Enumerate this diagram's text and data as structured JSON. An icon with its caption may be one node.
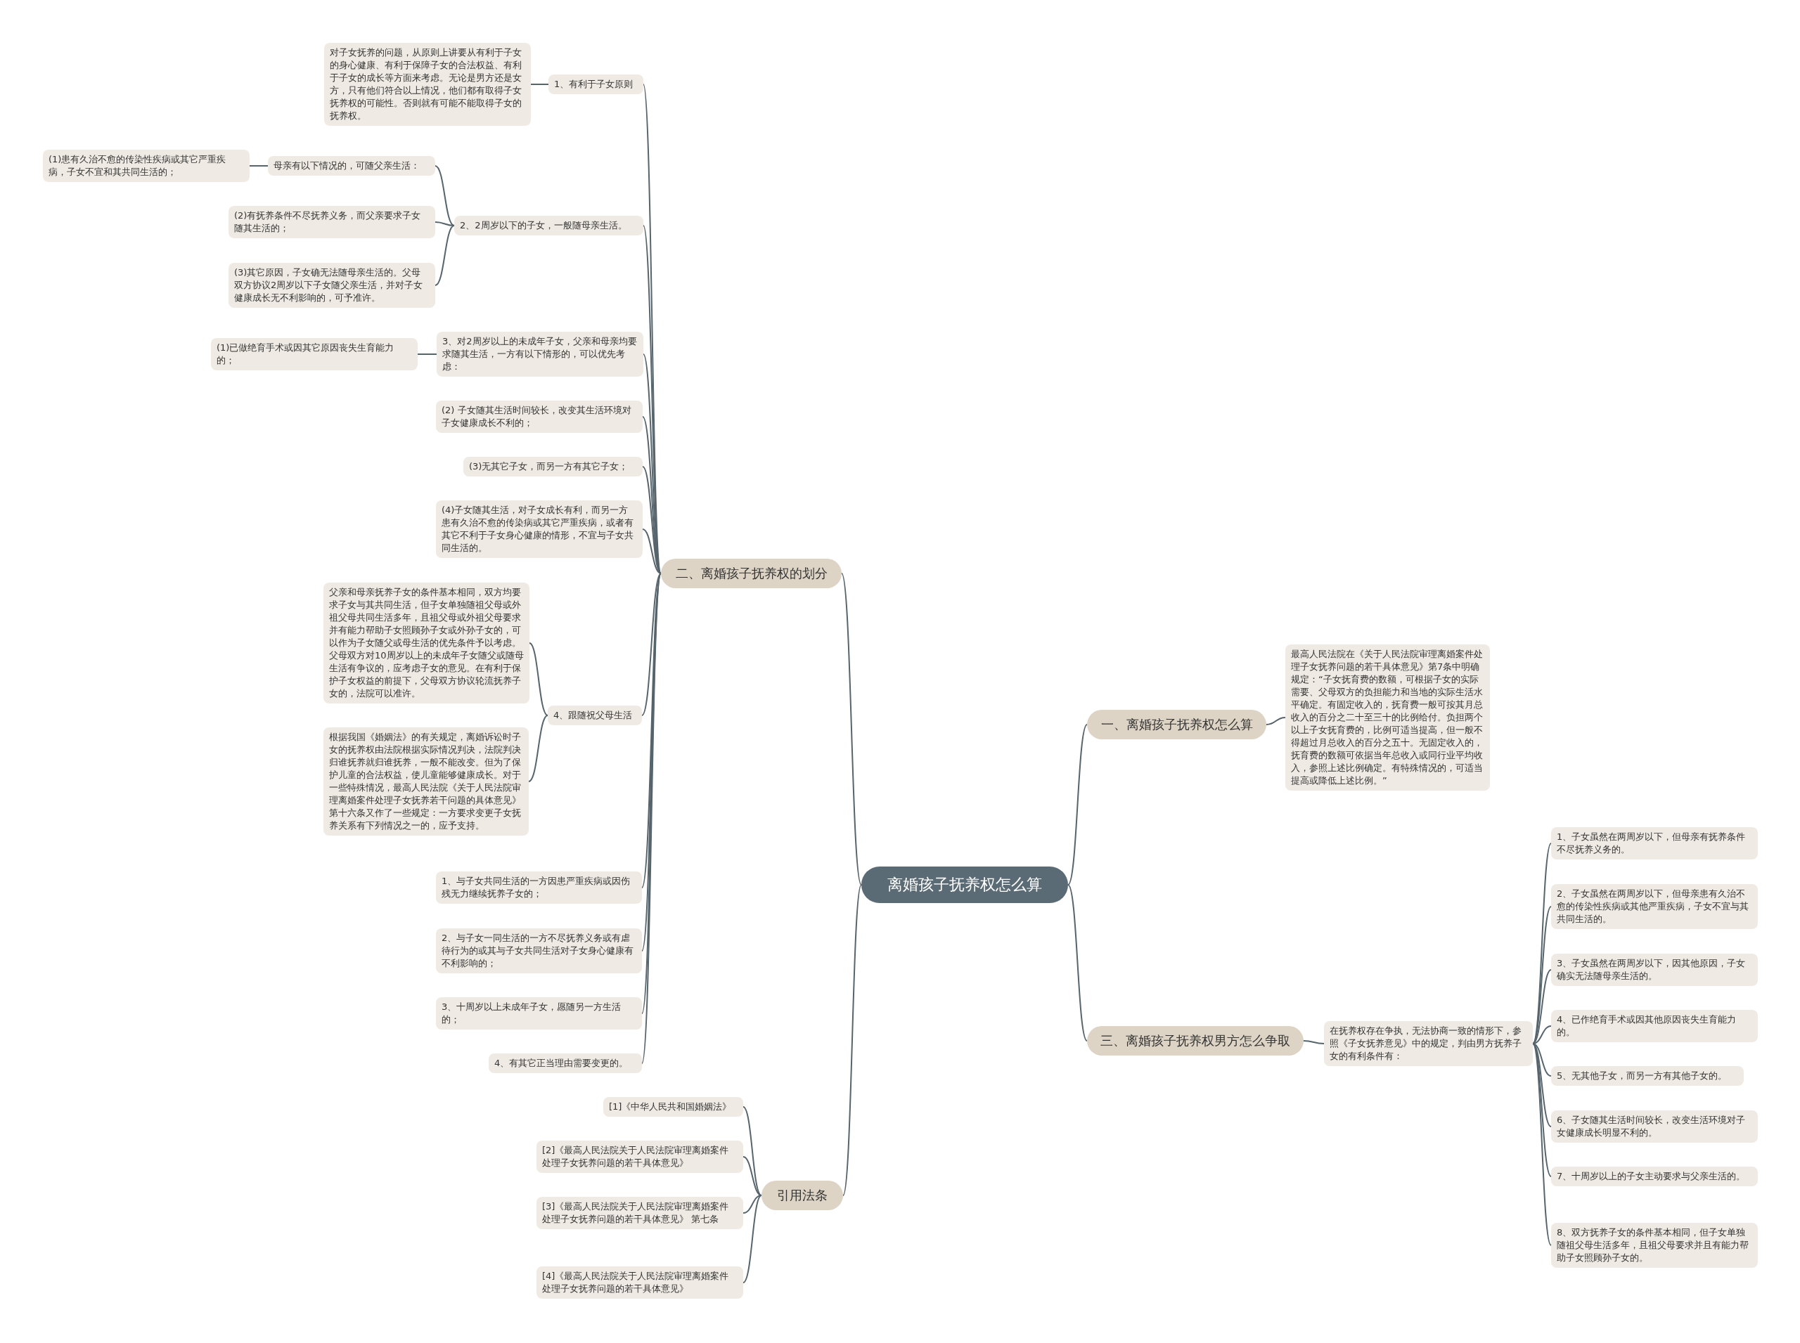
{
  "diagram": {
    "nodes": [
      {
        "text": [
          "离婚孩子抚养权怎么算"
        ]
      },
      {
        "text": [
          "二、离婚孩子抚养权的划分"
        ]
      },
      {
        "text": [
          "1、有利于子女原则"
        ]
      },
      {
        "text": [
          "对子女抚养的问题，从原则上讲要从有利于子女的身心健康、有利于保障子女的合法权益、有利于子女的成长等方面来考虑。无论是男方还是女方，只有他们符合以上情况，他们都有取得子女抚养权的可能性。否则就有可能不能取得子女的抚养权。"
        ]
      },
      {
        "text": [
          "2、2周岁以下的子女，一般随母亲生活。"
        ]
      },
      {
        "text": [
          "母亲有以下情况的，可随父亲生活："
        ]
      },
      {
        "text": [
          "(1)患有久治不愈的传染性疾病或其它严重疾病，子女不宜和其共同生活的；"
        ]
      },
      {
        "text": [
          "(2)有抚养条件不尽抚养义务，而父亲要求子女随其生活的；"
        ]
      },
      {
        "text": [
          "(3)其它原因，子女确无法随母亲生活的。父母双方协议2周岁以下子女随父亲生活，并对子女健康成长无不利影响的，可予准许。"
        ]
      },
      {
        "text": [
          "3、对2周岁以上的未成年子女，父亲和母亲均要求随其生活，一方有以下情形的，可以优先考虑："
        ]
      },
      {
        "text": [
          "(1)已做绝育手术或因其它原因丧失生育能力的；"
        ]
      },
      {
        "text": [
          "(2) 子女随其生活时间较长，改变其生活环境对子女健康成长不利的；"
        ]
      },
      {
        "text": [
          "(3)无其它子女，而另一方有其它子女；"
        ]
      },
      {
        "text": [
          "(4)子女随其生活，对子女成长有利，而另一方患有久治不愈的传染病或其它严重疾病，或者有其它不利于子女身心健康的情形，不宜与子女共同生活的。"
        ]
      },
      {
        "text": [
          "4、跟随祝父母生活"
        ]
      },
      {
        "text": [
          "父亲和母亲抚养子女的条件基本相同，双方均要求子女与其共同生活，但子女单独随祖父母或外祖父母共同生活多年，且祖父母或外祖父母要求并有能力帮助子女照顾孙子女或外孙子女的，可以作为子女随父或母生活的优先条件予以考虑。父母双方对10周岁以上的未成年子女随父或随母生活有争议的，应考虑子女的意见。在有利于保护子女权益的前提下，父母双方协议轮流抚养子女的，法院可以准许。"
        ]
      },
      {
        "text": [
          "根据我国《婚姻法》的有关规定，离婚诉讼时子女的抚养权由法院根据实际情况判决，法院判决归谁抚养就归谁抚养，一般不能改变。但为了保护儿童的合法权益，使儿童能够健康成长。对于一些特殊情况，最高人民法院《关于人民法院审理离婚案件处理子女抚养若干问题的具体意见》第十六条又作了一些规定：一方要求变更子女抚养关系有下列情况之一的，应予支持。"
        ]
      },
      {
        "text": [
          "1、与子女共同生活的一方因患严重疾病或因伤残无力继续抚养子女的；"
        ]
      },
      {
        "text": [
          "2、与子女一同生活的一方不尽抚养义务或有虐待行为的或其与子女共同生活对子女身心健康有不利影响的；"
        ]
      },
      {
        "text": [
          "3、十周岁以上未成年子女，愿随另一方生活的；"
        ]
      },
      {
        "text": [
          "4、有其它正当理由需要变更的。"
        ]
      },
      {
        "text": [
          "引用法条"
        ]
      },
      {
        "text": [
          "[1]《中华人民共和国婚姻法》"
        ]
      },
      {
        "text": [
          "[2]《最高人民法院关于人民法院审理离婚案件处理子女抚养问题的若干具体意见》"
        ]
      },
      {
        "text": [
          "[3]《最高人民法院关于人民法院审理离婚案件处理子女抚养问题的若干具体意见》 第七条"
        ]
      },
      {
        "text": [
          "[4]《最高人民法院关于人民法院审理离婚案件处理子女抚养问题的若干具体意见》"
        ]
      },
      {
        "text": [
          "一、离婚孩子抚养权怎么算"
        ]
      },
      {
        "text": [
          "最高人民法院在《关于人民法院审理离婚案件处理子女抚养问题的若干具体意见》第7条中明确规定：“子女抚育费的数额，可根据子女的实际需要、父母双方的负担能力和当地的实际生活水平确定。有固定收入的，抚育费一般可按其月总收入的百分之二十至三十的比例给付。负担两个以上子女抚育费的，比例可适当提高，但一般不得超过月总收入的百分之五十。无固定收入的，抚育费的数额可依据当年总收入或同行业平均收入，参照上述比例确定。有特殊情况的，可适当提高或降低上述比例。”"
        ]
      },
      {
        "text": [
          "三、离婚孩子抚养权男方怎么争取"
        ]
      },
      {
        "text": [
          "在抚养权存在争执，无法协商一致的情形下，参照《子女抚养意见》中的规定，判由男方抚养子女的有利条件有："
        ]
      },
      {
        "text": [
          "1、子女虽然在两周岁以下，但母亲有抚养条件不尽抚养义务的。"
        ]
      },
      {
        "text": [
          "2、子女虽然在两周岁以下，但母亲患有久治不愈的传染性疾病或其他严重疾病，子女不宜与其共同生活的。"
        ]
      },
      {
        "text": [
          "3、子女虽然在两周岁以下，因其他原因，子女确实无法随母亲生活的。"
        ]
      },
      {
        "text": [
          "4、已作绝育手术或因其他原因丧失生育能力的。"
        ]
      },
      {
        "text": [
          "5、无其他子女，而另一方有其他子女的。"
        ]
      },
      {
        "text": [
          "6、子女随其生活时间较长，改变生活环境对子女健康成长明显不利的。"
        ]
      },
      {
        "text": [
          "7、十周岁以上的子女主动要求与父亲生活的。"
        ]
      },
      {
        "text": [
          "8、双方抚养子女的条件基本相同，但子女单独随祖父母生活多年，且祖父母要求并且有能力帮助子女照顾孙子女的。"
        ]
      }
    ],
    "edges": [
      {
        "from": 0,
        "to": 1,
        "arrow": "none"
      },
      {
        "from": 1,
        "to": 2,
        "arrow": "none"
      },
      {
        "from": 2,
        "to": 3,
        "arrow": "none"
      },
      {
        "from": 1,
        "to": 4,
        "arrow": "none"
      },
      {
        "from": 4,
        "to": 5,
        "arrow": "none"
      },
      {
        "from": 5,
        "to": 6,
        "arrow": "none"
      },
      {
        "from": 4,
        "to": 7,
        "arrow": "none"
      },
      {
        "from": 4,
        "to": 8,
        "arrow": "none"
      },
      {
        "from": 1,
        "to": 9,
        "arrow": "none"
      },
      {
        "from": 9,
        "to": 10,
        "arrow": "none"
      },
      {
        "from": 1,
        "to": 11,
        "arrow": "none"
      },
      {
        "from": 1,
        "to": 12,
        "arrow": "none"
      },
      {
        "from": 1,
        "to": 13,
        "arrow": "none"
      },
      {
        "from": 1,
        "to": 14,
        "arrow": "none"
      },
      {
        "from": 14,
        "to": 15,
        "arrow": "none"
      },
      {
        "from": 14,
        "to": 16,
        "arrow": "none"
      },
      {
        "from": 1,
        "to": 17,
        "arrow": "none"
      },
      {
        "from": 1,
        "to": 18,
        "arrow": "none"
      },
      {
        "from": 1,
        "to": 19,
        "arrow": "none"
      },
      {
        "from": 1,
        "to": 20,
        "arrow": "none"
      },
      {
        "from": 0,
        "to": 21,
        "arrow": "none"
      },
      {
        "from": 21,
        "to": 22,
        "arrow": "none"
      },
      {
        "from": 21,
        "to": 23,
        "arrow": "none"
      },
      {
        "from": 21,
        "to": 24,
        "arrow": "none"
      },
      {
        "from": 21,
        "to": 25,
        "arrow": "none"
      },
      {
        "from": 0,
        "to": 26,
        "arrow": "none"
      },
      {
        "from": 26,
        "to": 27,
        "arrow": "none"
      },
      {
        "from": 0,
        "to": 28,
        "arrow": "none"
      },
      {
        "from": 28,
        "to": 29,
        "arrow": "none"
      },
      {
        "from": 29,
        "to": 30,
        "arrow": "none"
      },
      {
        "from": 29,
        "to": 31,
        "arrow": "none"
      },
      {
        "from": 29,
        "to": 32,
        "arrow": "none"
      },
      {
        "from": 29,
        "to": 33,
        "arrow": "none"
      },
      {
        "from": 29,
        "to": 34,
        "arrow": "none"
      },
      {
        "from": 29,
        "to": 35,
        "arrow": "none"
      },
      {
        "from": 29,
        "to": 36,
        "arrow": "none"
      },
      {
        "from": 29,
        "to": 37,
        "arrow": "none"
      }
    ]
  }
}
